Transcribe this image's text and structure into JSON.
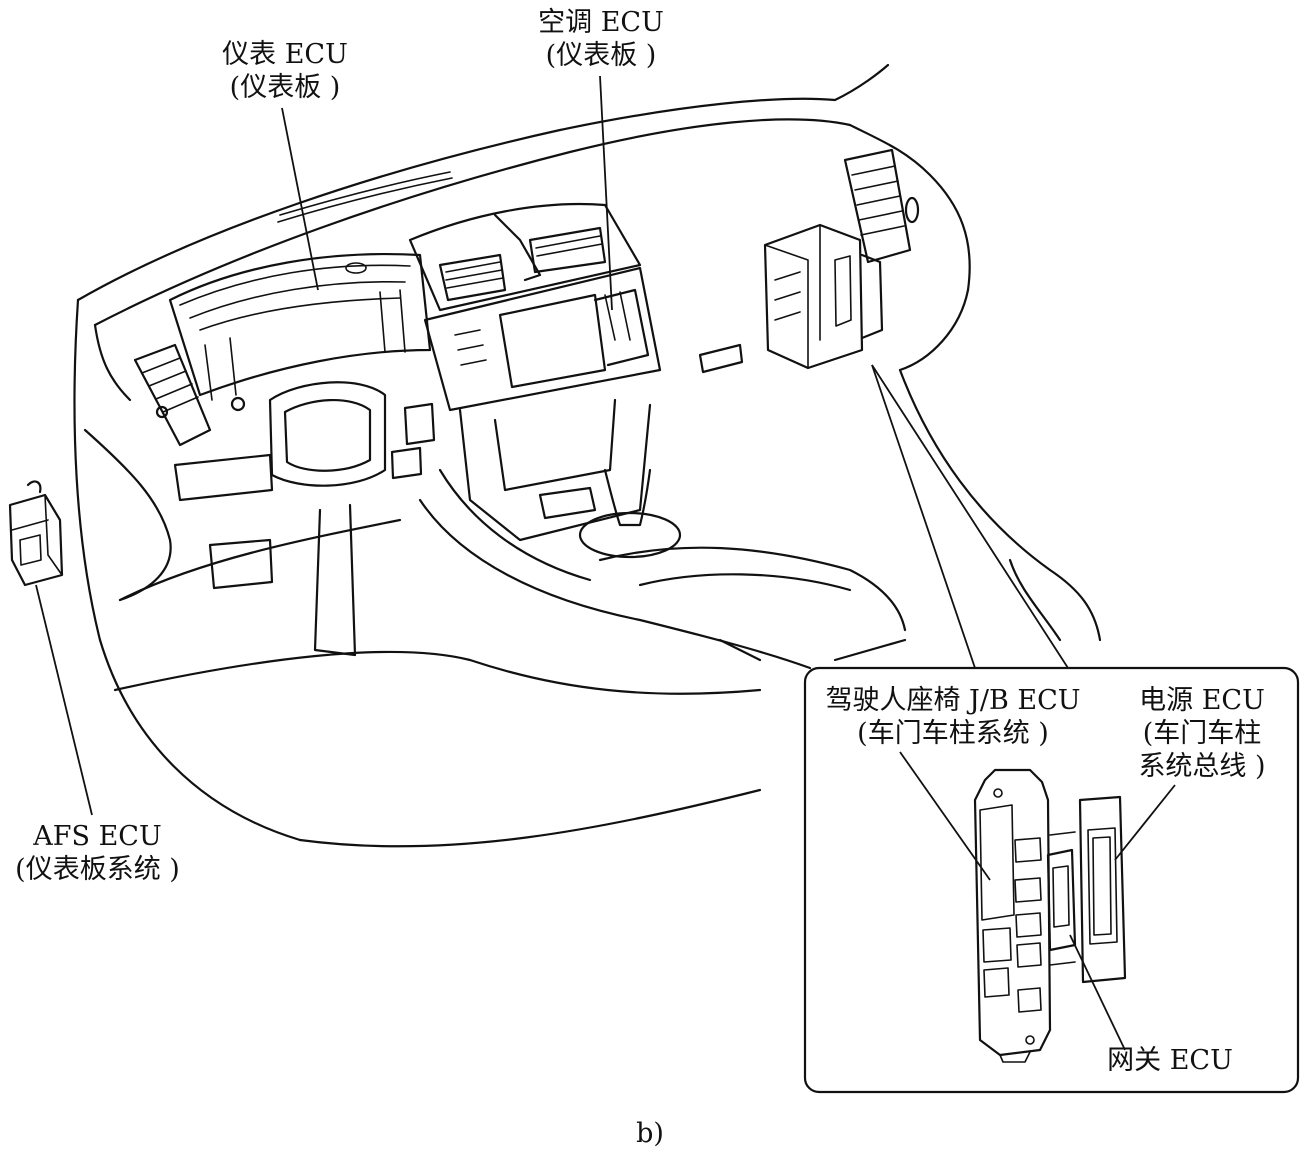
{
  "labels": {
    "meter_ecu": {
      "line1": "仪表 ECU",
      "line2": "(仪表板 )"
    },
    "ac_ecu": {
      "line1": "空调 ECU",
      "line2": "(仪表板 )"
    },
    "afs_ecu": {
      "line1": "AFS ECU",
      "line2": "(仪表板系统 )"
    },
    "seat_jb_ecu": {
      "line1": "驾驶人座椅 J/B ECU",
      "line2": "(车门车柱系统 )"
    },
    "power_ecu": {
      "line1": "电源 ECU",
      "line2": "(车门车柱",
      "line3": "系统总线 )"
    },
    "gateway_ecu": {
      "line1": "网关 ECU"
    },
    "caption": "b)"
  }
}
